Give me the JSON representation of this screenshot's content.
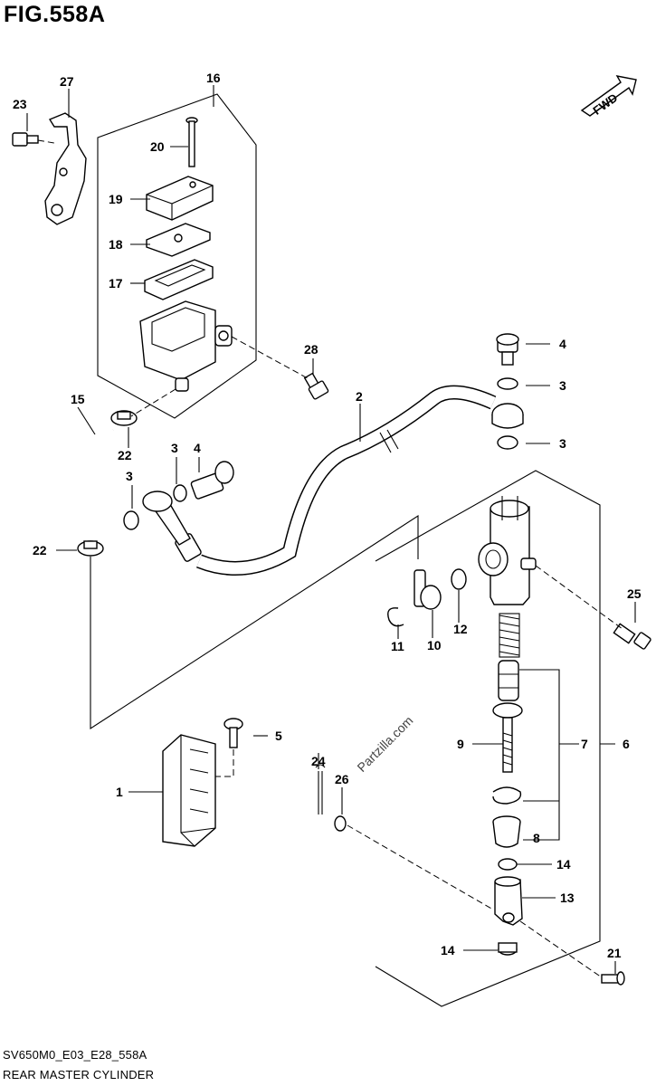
{
  "figure": {
    "title": "FIG.558A",
    "code": "SV650M0_E03_E28_558A",
    "name": "REAR MASTER CYLINDER",
    "direction_badge": "FWD",
    "watermark": "Partzilla.com"
  },
  "callouts": {
    "c1": "1",
    "c2": "2",
    "c3a": "3",
    "c3b": "3",
    "c3c": "3",
    "c3d": "3",
    "c4a": "4",
    "c4b": "4",
    "c5": "5",
    "c6": "6",
    "c7": "7",
    "c8": "8",
    "c9": "9",
    "c10": "10",
    "c11": "11",
    "c12": "12",
    "c13": "13",
    "c14a": "14",
    "c14b": "14",
    "c15": "15",
    "c16": "16",
    "c17": "17",
    "c18": "18",
    "c19": "19",
    "c20": "20",
    "c21": "21",
    "c22a": "22",
    "c22b": "22",
    "c23": "23",
    "c24": "24",
    "c25": "25",
    "c26": "26",
    "c27": "27",
    "c28": "28"
  }
}
